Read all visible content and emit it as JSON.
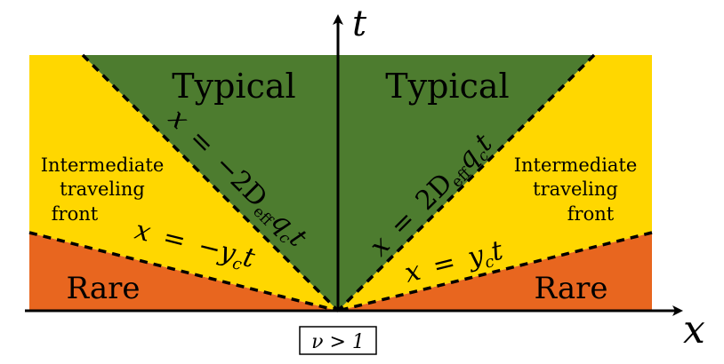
{
  "colors": {
    "typical": "#4d7c2f",
    "intermediate": "#ffd700",
    "rare": "#e8661f",
    "axis": "#000000",
    "boundary": "#000000",
    "background": "#ffffff"
  },
  "axes": {
    "horizontal_label": "x",
    "vertical_label": "t"
  },
  "regions": {
    "typical_left": "Typical",
    "typical_right": "Typical",
    "intermediate_left": [
      "Intermediate",
      "traveling",
      "front"
    ],
    "intermediate_right": [
      "Intermediate",
      "traveling",
      "front"
    ],
    "rare_left": "Rare",
    "rare_right": "Rare"
  },
  "boundaries": {
    "outer_left": {
      "lhs": "x",
      "eq": "=",
      "rhs": "−2D",
      "sub1": "eff",
      "q": "q",
      "sub2": "c",
      "t": "t"
    },
    "outer_right": {
      "lhs": "x",
      "eq": "=",
      "rhs": "2D",
      "sub1": "eff",
      "q": "q",
      "sub2": "c",
      "t": "t"
    },
    "inner_left": {
      "lhs": "x",
      "eq": "=",
      "rhs": "−y",
      "sub": "c",
      "t": "t"
    },
    "inner_right": {
      "lhs": "x",
      "eq": "=",
      "rhs": "y",
      "sub": "c",
      "t": "t"
    }
  },
  "condition_box": "ν > 1"
}
